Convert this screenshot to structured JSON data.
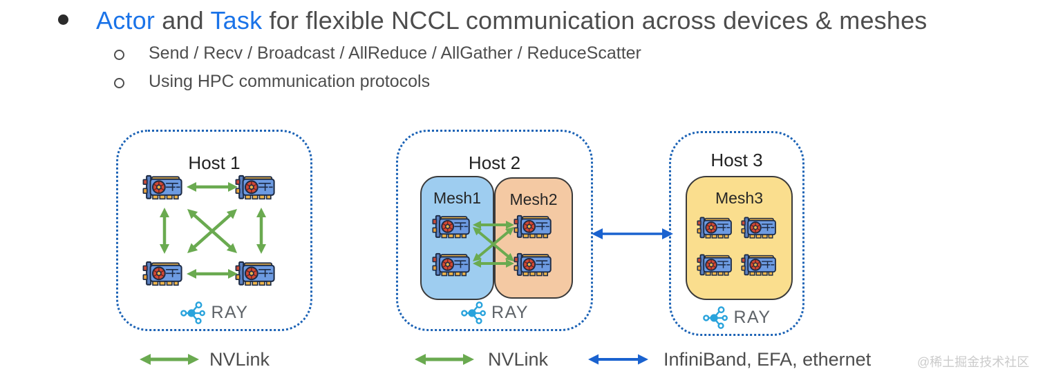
{
  "title": {
    "part1": "Actor",
    "part2": " and ",
    "part3": "Task",
    "part4": " for flexible NCCL communication across devices & meshes"
  },
  "bullets": [
    {
      "text": "Send / Recv / Broadcast / AllReduce / AllGather / ReduceScatter"
    },
    {
      "text": "Using HPC communication protocols"
    }
  ],
  "hosts": [
    {
      "label": "Host 1"
    },
    {
      "label": "Host 2"
    },
    {
      "label": "Host 3"
    }
  ],
  "meshes": [
    {
      "label": "Mesh1"
    },
    {
      "label": "Mesh2"
    },
    {
      "label": "Mesh3"
    }
  ],
  "ray_label": "RAY",
  "legend": [
    {
      "label": "NVLink",
      "link": "nvlink"
    },
    {
      "label": "NVLink",
      "link": "nvlink"
    },
    {
      "label": "InfiniBand, EFA, ethernet",
      "link": "infiniband"
    }
  ],
  "watermark": "@稀土掘金技术社区",
  "colors": {
    "accent_blue": "#1a73e8",
    "text_gray": "#4d4d4d",
    "arrow_green": "#6aaa50",
    "arrow_blue": "#1a62cf",
    "dotted_border": "#1b62b5",
    "mesh1_fill": "#9ecdf0",
    "mesh2_fill": "#f4c9a3",
    "mesh3_fill": "#fade8e",
    "ray_blue": "#29a3dc"
  }
}
